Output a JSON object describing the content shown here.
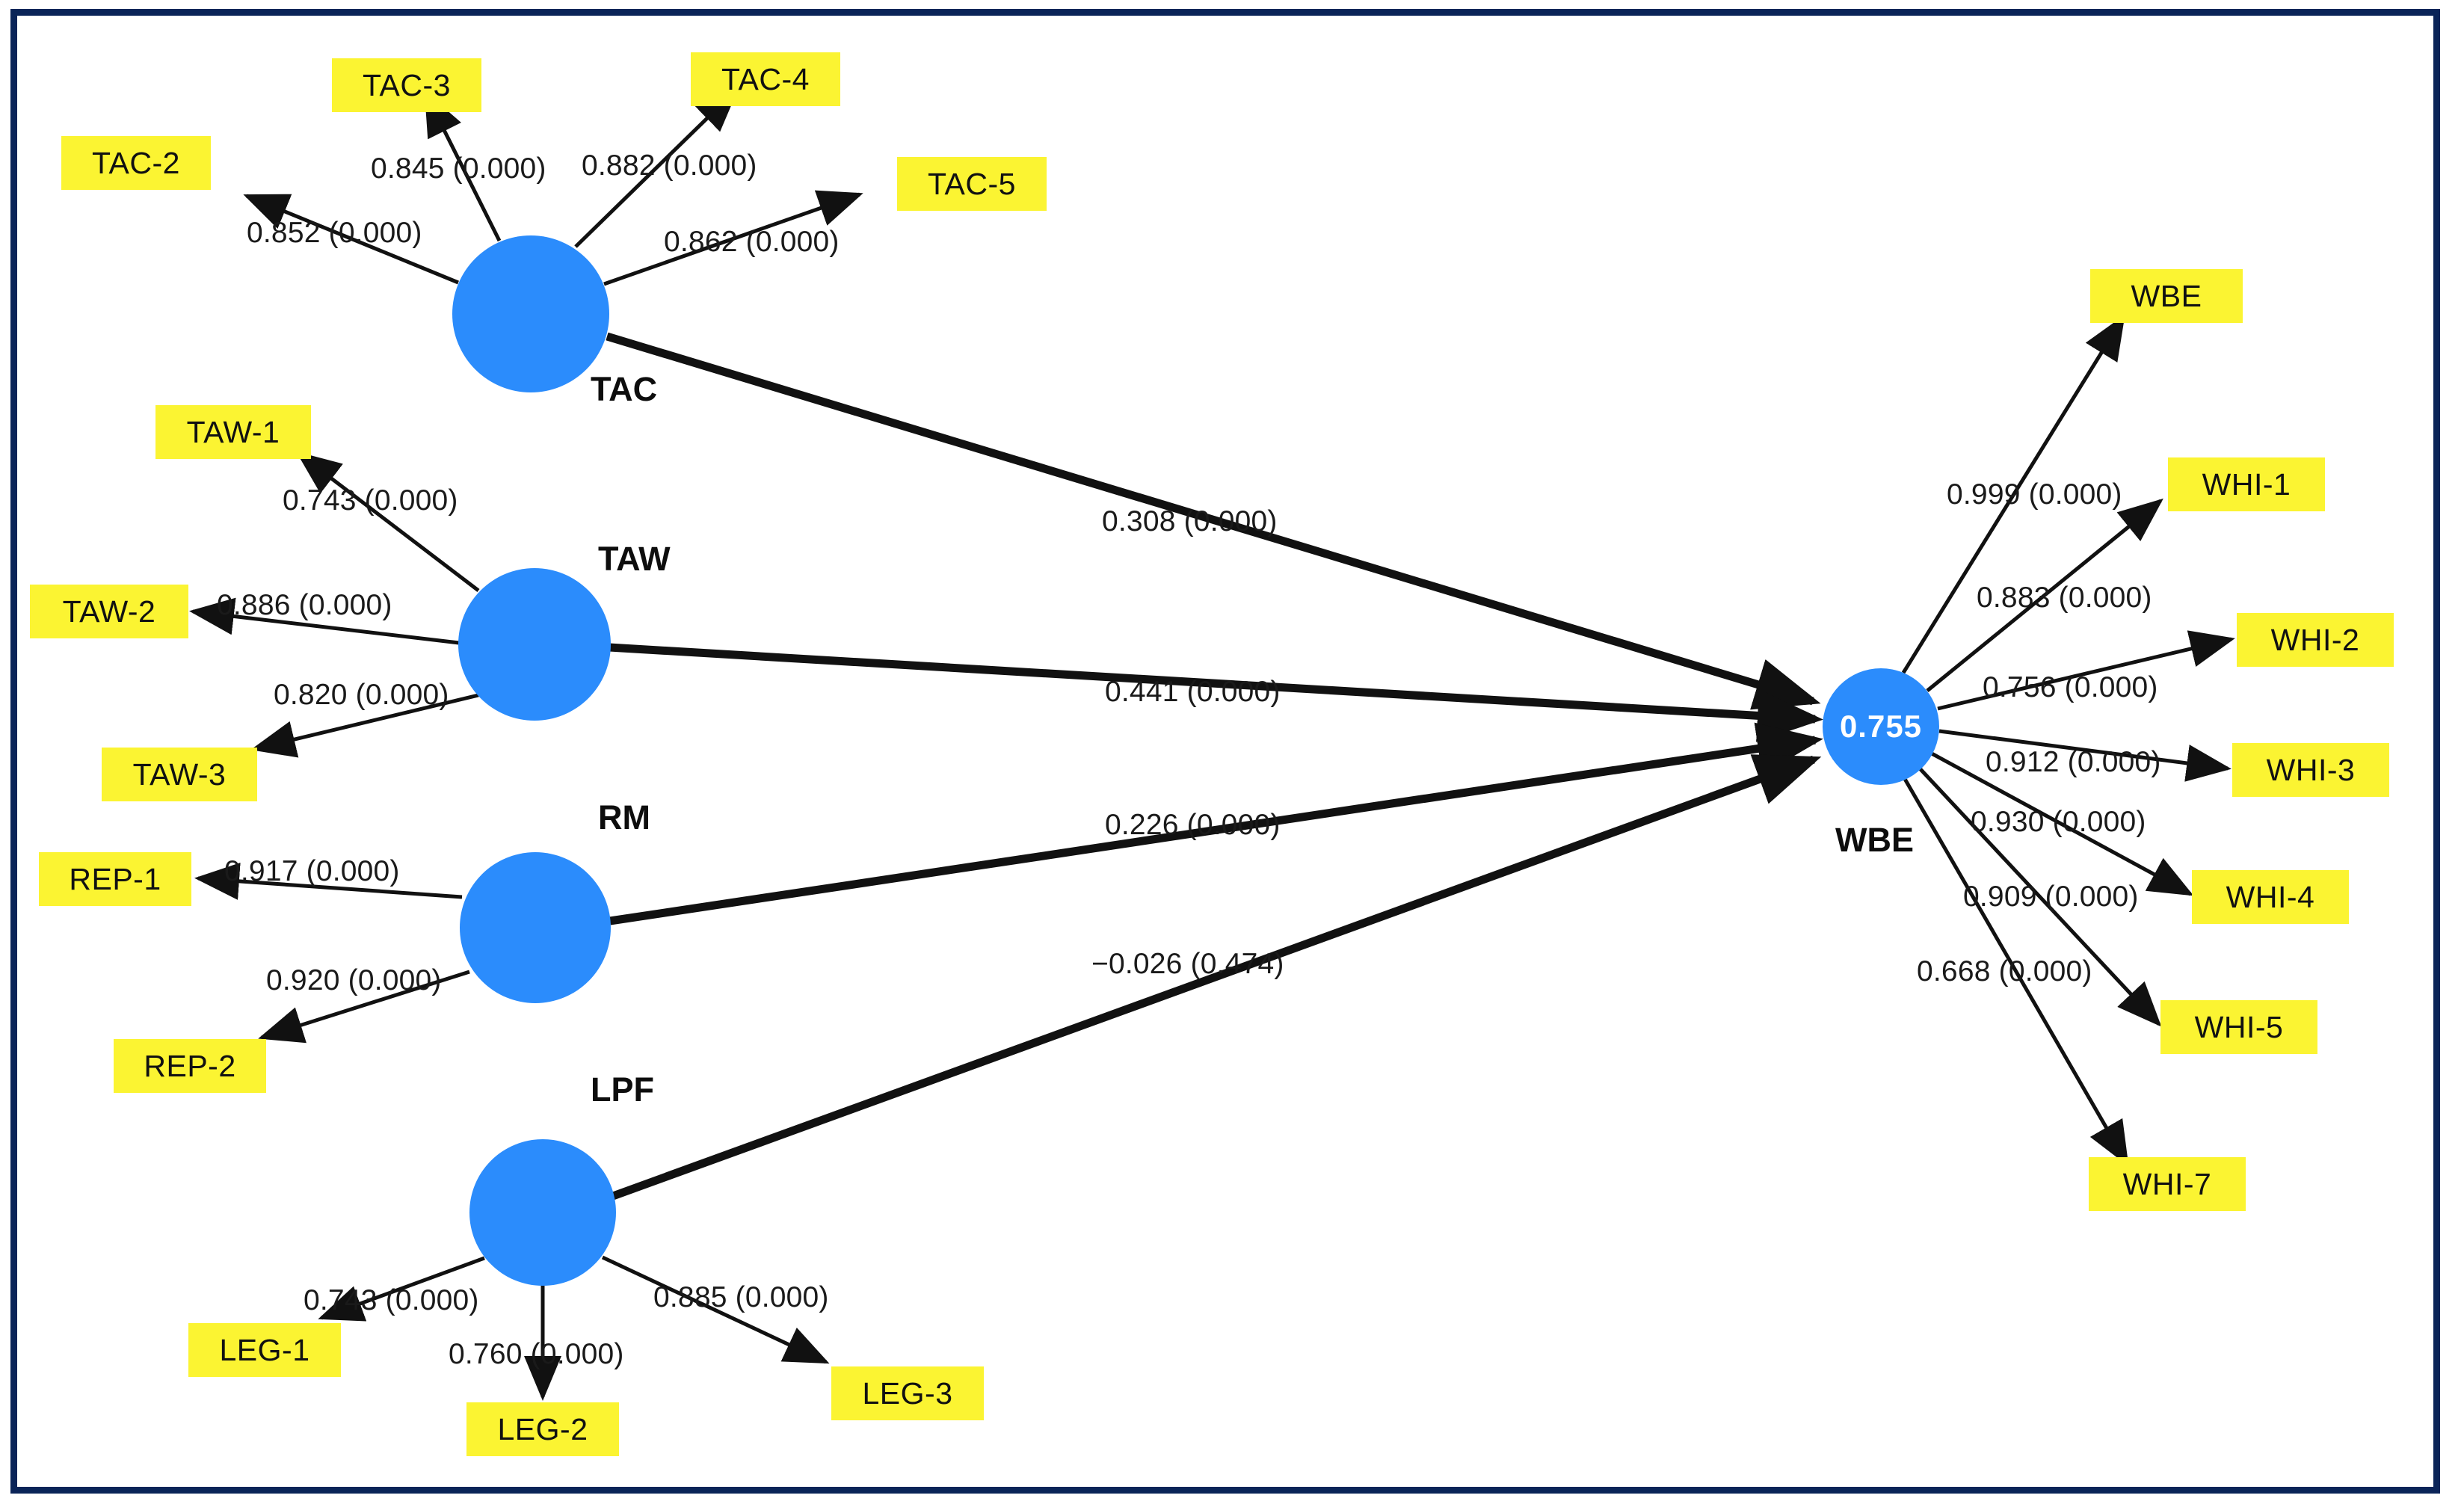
{
  "figure": {
    "type": "sem-path-diagram",
    "border_color": "#0a2458",
    "indicator_color": "#fbf432",
    "construct_color": "#2b8cfc",
    "background": "#ffffff"
  },
  "constructs": [
    {
      "id": "TAC",
      "label": "TAC",
      "r2": ""
    },
    {
      "id": "TAW",
      "label": "TAW",
      "r2": ""
    },
    {
      "id": "RM",
      "label": "RM",
      "r2": ""
    },
    {
      "id": "LPF",
      "label": "LPF",
      "r2": ""
    },
    {
      "id": "WBE",
      "label": "WBE",
      "r2": "0.755"
    }
  ],
  "indicators": [
    {
      "id": "TAC-2",
      "label": "TAC-2"
    },
    {
      "id": "TAC-3",
      "label": "TAC-3"
    },
    {
      "id": "TAC-4",
      "label": "TAC-4"
    },
    {
      "id": "TAC-5",
      "label": "TAC-5"
    },
    {
      "id": "TAW-1",
      "label": "TAW-1"
    },
    {
      "id": "TAW-2",
      "label": "TAW-2"
    },
    {
      "id": "TAW-3",
      "label": "TAW-3"
    },
    {
      "id": "REP-1",
      "label": "REP-1"
    },
    {
      "id": "REP-2",
      "label": "REP-2"
    },
    {
      "id": "LEG-1",
      "label": "LEG-1"
    },
    {
      "id": "LEG-2",
      "label": "LEG-2"
    },
    {
      "id": "LEG-3",
      "label": "LEG-3"
    },
    {
      "id": "WBE-IND",
      "label": "WBE"
    },
    {
      "id": "WHI-1",
      "label": "WHI-1"
    },
    {
      "id": "WHI-2",
      "label": "WHI-2"
    },
    {
      "id": "WHI-3",
      "label": "WHI-3"
    },
    {
      "id": "WHI-4",
      "label": "WHI-4"
    },
    {
      "id": "WHI-5",
      "label": "WHI-5"
    },
    {
      "id": "WHI-7",
      "label": "WHI-7"
    }
  ],
  "measurement_loadings": [
    {
      "from": "TAC",
      "to": "TAC-2",
      "label": "0.852 (0.000)",
      "estimate": 0.852,
      "p": 0.0
    },
    {
      "from": "TAC",
      "to": "TAC-3",
      "label": "0.845 (0.000)",
      "estimate": 0.845,
      "p": 0.0
    },
    {
      "from": "TAC",
      "to": "TAC-4",
      "label": "0.882 (0.000)",
      "estimate": 0.882,
      "p": 0.0
    },
    {
      "from": "TAC",
      "to": "TAC-5",
      "label": "0.862 (0.000)",
      "estimate": 0.862,
      "p": 0.0
    },
    {
      "from": "TAW",
      "to": "TAW-1",
      "label": "0.743 (0.000)",
      "estimate": 0.743,
      "p": 0.0
    },
    {
      "from": "TAW",
      "to": "TAW-2",
      "label": "0.886 (0.000)",
      "estimate": 0.886,
      "p": 0.0
    },
    {
      "from": "TAW",
      "to": "TAW-3",
      "label": "0.820 (0.000)",
      "estimate": 0.82,
      "p": 0.0
    },
    {
      "from": "RM",
      "to": "REP-1",
      "label": "0.917 (0.000)",
      "estimate": 0.917,
      "p": 0.0
    },
    {
      "from": "RM",
      "to": "REP-2",
      "label": "0.920 (0.000)",
      "estimate": 0.92,
      "p": 0.0
    },
    {
      "from": "LPF",
      "to": "LEG-1",
      "label": "0.743 (0.000)",
      "estimate": 0.743,
      "p": 0.0
    },
    {
      "from": "LPF",
      "to": "LEG-2",
      "label": "0.760 (0.000)",
      "estimate": 0.76,
      "p": 0.0
    },
    {
      "from": "LPF",
      "to": "LEG-3",
      "label": "0.885 (0.000)",
      "estimate": 0.885,
      "p": 0.0
    },
    {
      "from": "WBE",
      "to": "WBE-IND",
      "label": "0.999 (0.000)",
      "estimate": 0.999,
      "p": 0.0
    },
    {
      "from": "WBE",
      "to": "WHI-1",
      "label": "0.883 (0.000)",
      "estimate": 0.883,
      "p": 0.0
    },
    {
      "from": "WBE",
      "to": "WHI-2",
      "label": "0.756 (0.000)",
      "estimate": 0.756,
      "p": 0.0
    },
    {
      "from": "WBE",
      "to": "WHI-3",
      "label": "0.912 (0.000)",
      "estimate": 0.912,
      "p": 0.0
    },
    {
      "from": "WBE",
      "to": "WHI-4",
      "label": "0.930 (0.000)",
      "estimate": 0.93,
      "p": 0.0
    },
    {
      "from": "WBE",
      "to": "WHI-5",
      "label": "0.909 (0.000)",
      "estimate": 0.909,
      "p": 0.0
    },
    {
      "from": "WBE",
      "to": "WHI-7",
      "label": "0.668 (0.000)",
      "estimate": 0.668,
      "p": 0.0
    }
  ],
  "structural_paths": [
    {
      "from": "TAC",
      "to": "WBE",
      "label": "0.308 (0.000)",
      "estimate": 0.308,
      "p": 0.0
    },
    {
      "from": "TAW",
      "to": "WBE",
      "label": "0.441 (0.000)",
      "estimate": 0.441,
      "p": 0.0
    },
    {
      "from": "RM",
      "to": "WBE",
      "label": "0.226 (0.000)",
      "estimate": 0.226,
      "p": 0.0
    },
    {
      "from": "LPF",
      "to": "WBE",
      "label": "−0.026 (0.474)",
      "estimate": -0.026,
      "p": 0.474
    }
  ],
  "labels": {
    "tac": "TAC",
    "taw": "TAW",
    "rm": "RM",
    "lpf": "LPF",
    "wbe": "WBE",
    "r2_wbe": "0.755"
  }
}
